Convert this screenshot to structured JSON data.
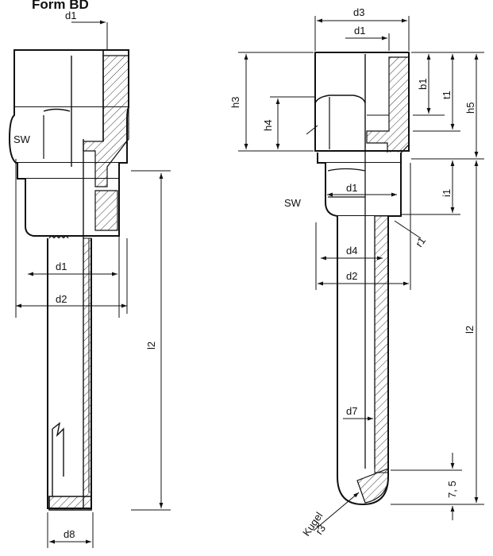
{
  "title": "Form BD",
  "left_view": {
    "labels": {
      "d1_top": "d1",
      "sw": "SW",
      "d1": "d1",
      "d2": "d2",
      "l2": "l2",
      "d8": "d8"
    }
  },
  "right_view": {
    "labels": {
      "d3": "d3",
      "d1_top": "d1",
      "h3": "h3",
      "h4": "h4",
      "b1": "b1",
      "t1": "t1",
      "h5": "h5",
      "sw": "SW",
      "d1": "d1",
      "i1": "i1",
      "r1": "r1",
      "d4": "d4",
      "d2": "d2",
      "l2": "l2",
      "d7": "d7",
      "dim_7_5": "7, 5",
      "kugel": "Kugel",
      "r3": "r3"
    }
  }
}
